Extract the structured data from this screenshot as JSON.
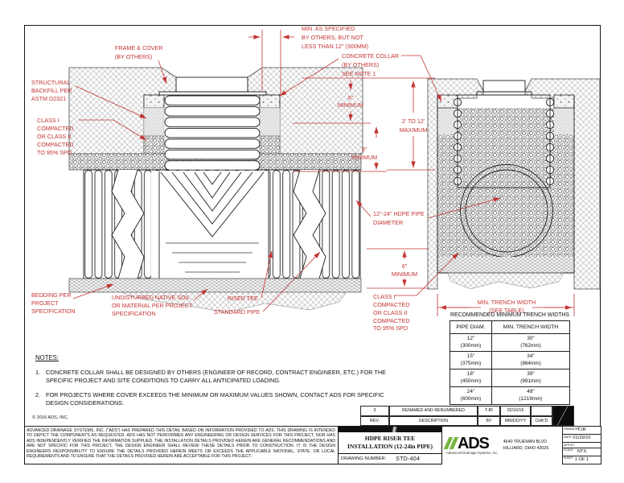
{
  "colors": {
    "callout_red": "#c23433",
    "logo_green": "#79b540",
    "line_black": "#1c1c1c"
  },
  "diagram": {
    "labels": {
      "min_spec": [
        "MIN. AS SPECIFIED",
        "BY OTHERS, BUT NOT",
        "LESS THAN 12\" (300MM)"
      ],
      "frame_cover": [
        "FRAME & COVER",
        "(BY OTHERS)"
      ],
      "collar": [
        "CONCRETE COLLAR",
        "(BY OTHERS)",
        "SEE NOTE 1"
      ],
      "backfill": [
        "STRUCTURAL",
        "BACKFILL PER",
        "ASTM D2321"
      ],
      "class_left": [
        "CLASS I",
        "COMPACTED",
        "OR CLASS II",
        "COMPACTED",
        "TO  95% SPD"
      ],
      "dim6top": [
        "6\"",
        "MINIMUM"
      ],
      "dim212": [
        "2' TO 12'",
        "MAXIMUM"
      ],
      "dim8": [
        "8\"",
        "MINIMUM"
      ],
      "hdpe": [
        "12\"-24\" HDPE PIPE",
        "DIAMETER"
      ],
      "dim6bot": [
        "6\"",
        "MINIMUM"
      ],
      "class_right": [
        "CLASS I",
        "COMPACTED",
        "OR CLASS II",
        "COMPACTED",
        "TO  95% SPD"
      ],
      "trench_dim": [
        "MIN. TRENCH WIDTH",
        "(SEE TABLE)"
      ],
      "bedding": [
        "BEDDING PER",
        "PROJECT",
        "SPECIFICATION"
      ],
      "undisturbed": [
        "UNDISTURBED NATIVE SOIL",
        "OR MATERIAL PER PROJECT",
        "SPECIFICATION"
      ],
      "riser_tee": "RISER TEE",
      "standard_pipe": "STANDARD PIPE"
    }
  },
  "table": {
    "title": "RECOMMENDED MINIMUM TRENCH WIDTHS",
    "headers": [
      "PIPE DIAM.",
      "MIN. TRENCH WIDTH"
    ],
    "rows": [
      {
        "diam": "12\"",
        "diam_mm": "(300mm)",
        "width": "30\"",
        "width_mm": "(762mm)"
      },
      {
        "diam": "15\"",
        "diam_mm": "(375mm)",
        "width": "34\"",
        "width_mm": "(864mm)"
      },
      {
        "diam": "18\"",
        "diam_mm": "(450mm)",
        "width": "39\"",
        "width_mm": "(991mm)"
      },
      {
        "diam": "24\"",
        "diam_mm": "(600mm)",
        "width": "48\"",
        "width_mm": "(1219mm)"
      }
    ]
  },
  "notes": {
    "heading": "NOTES:",
    "items": [
      {
        "num": "1.",
        "text": "CONCRETE COLLAR SHALL BE DESIGNED BY OTHERS (ENGINEER OF RECORD, CONTRACT ENGINEER, ETC.) FOR THE SPECIFIC PROJECT AND SITE CONDITIONS TO CARRY ALL ANTICIPATED LOADING."
      },
      {
        "num": "2.",
        "text": "FOR PROJECTS WHERE COVER EXCEEDS THE MINIMUM OR MAXIMUM VALUES SHOWN, CONTACT ADS FOR SPECIFIC DESIGN CONSIDERATIONS."
      }
    ]
  },
  "copyright": "© 2016 ADS, INC.",
  "disclaimer": "ADVANCED DRAINAGE SYSTEMS, INC. (\"ADS\") HAS PREPARED THIS DETAIL BASED ON INFORMATION PROVIDED TO ADS.  THIS DRAWING IS INTENDED TO DEPICT THE COMPONENTS AS REQUESTED.  ADS HAS NOT PERFORMED ANY ENGINEERING OR DESIGN SERVICES FOR THIS PROJECT, NOR HAS ADS INDEPENDENTLY VERIFIED THE INFORMATION SUPPLIED.  THE INSTALLATION DETAILS PROVIDED HEREIN ARE GENERAL RECOMMENDATIONS AND ARE NOT SPECIFIC FOR THIS PROJECT.  THE DESIGN ENGINEER SHALL REVIEW THESE DETAILS PRIOR TO CONSTRUCTION.  IT IS THE DESIGN ENGINEERS RESPONSIBILITY TO ENSURE THE DETAILS PROVIDED HEREIN MEETS OR EXCEEDS THE APPLICABLE NATIONAL, STATE, OR LOCAL REQUIREMENTS AND TO ENSURE THAT THE DETAILS PROVIDED HEREIN ARE ACCEPTABLE FOR THIS PROJECT.",
  "revision": {
    "entry": {
      "rev": "3",
      "description": "RENAMED AND RENUMBERED",
      "by": "TJR",
      "date": "02/16/16",
      "chkd": ""
    },
    "headers": {
      "rev": "REV.",
      "description": "DESCRIPTION",
      "by": "BY",
      "date": "MM/DD/YY",
      "chkd": "CHK'D"
    }
  },
  "titleblock": {
    "title_line1": "HDPE RISER TEE",
    "title_line2": "INSTALLATION (12-24in PIPE)",
    "drawing_number_label": "DRAWING NUMBER:",
    "drawing_number": "STD-404",
    "logo_text": "ADS",
    "logo_sub": "Advanced Drainage Systems, Inc.",
    "address_line1": "4640 TRUEMAN BLVD",
    "address_line2": "HILLIARD, OHIO 43026",
    "info": [
      {
        "label": "DRAWN BY:",
        "value": "TJR"
      },
      {
        "label": "DATE:",
        "value": "01/29/10"
      },
      {
        "label": "APP BY:",
        "value": ""
      },
      {
        "label": "SCALE:",
        "value": "NTS"
      },
      {
        "label": "SHEET:",
        "value": "1 OF 1"
      }
    ]
  }
}
